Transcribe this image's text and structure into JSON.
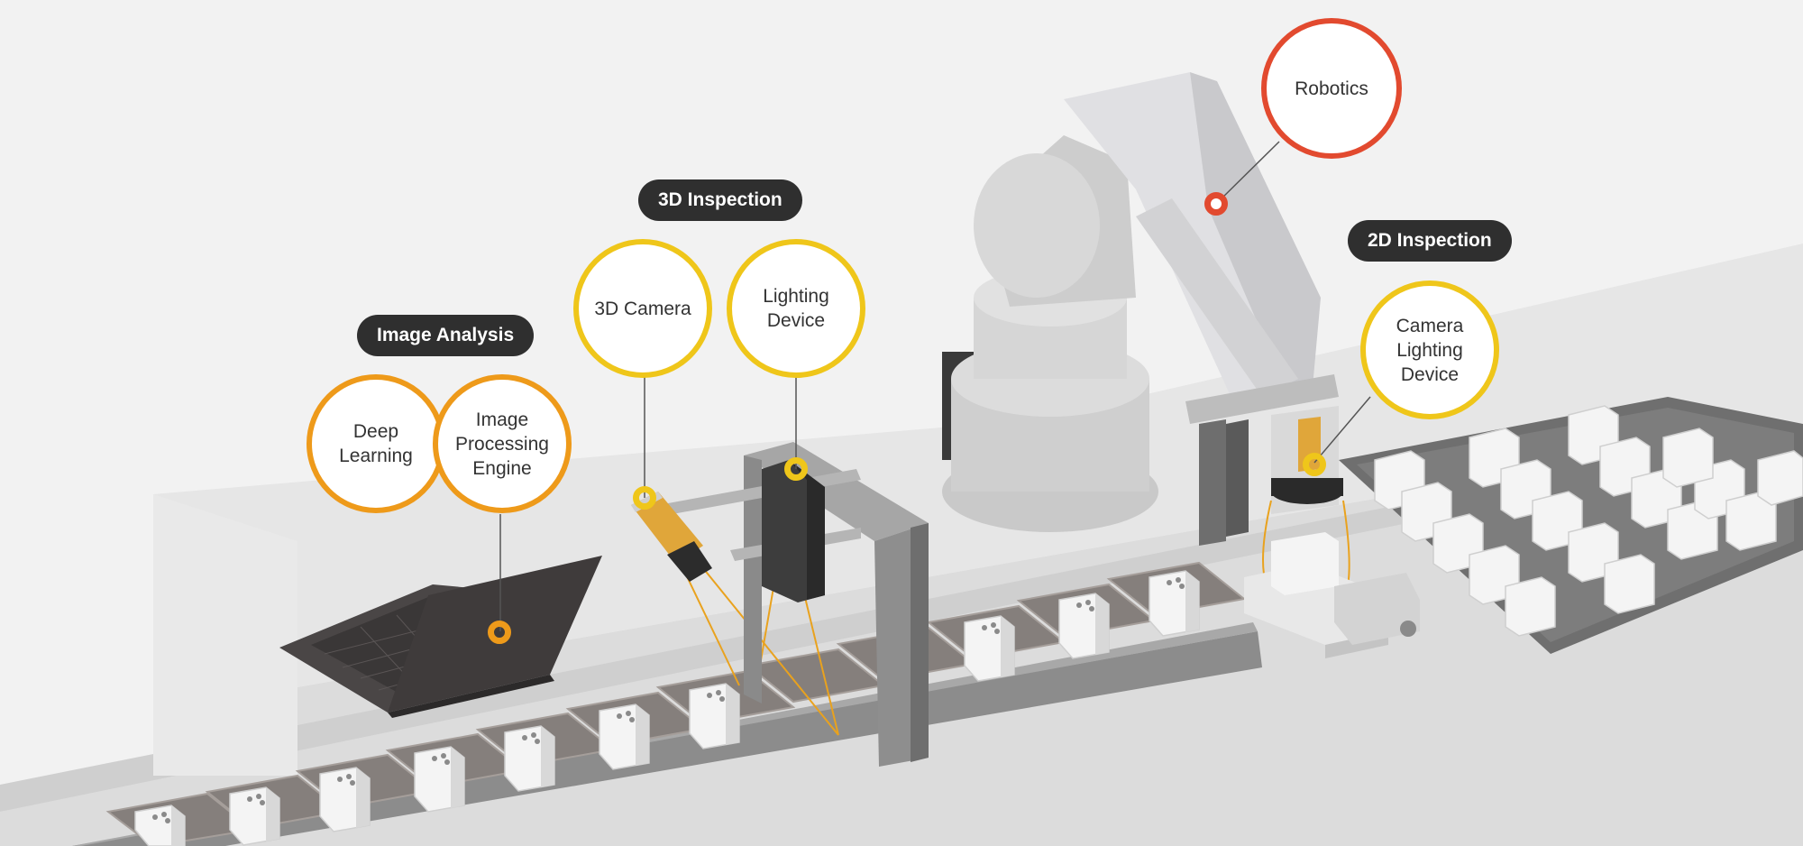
{
  "groups": {
    "image_analysis": {
      "label": "Image Analysis",
      "items": [
        "Deep\nLearning",
        "Image\nProcessing\nEngine"
      ]
    },
    "inspection_3d": {
      "label": "3D Inspection",
      "items": [
        "3D Camera",
        "Lighting\nDevice"
      ]
    },
    "inspection_2d": {
      "label": "2D Inspection",
      "items": [
        "Camera\nLighting\nDevice"
      ]
    },
    "robotics": {
      "items": [
        "Robotics"
      ]
    }
  },
  "colors": {
    "analysis": "#ee9a1a",
    "inspection": "#efc61a",
    "robotics": "#e24a2f",
    "label_bg": "#2f2f2f"
  }
}
